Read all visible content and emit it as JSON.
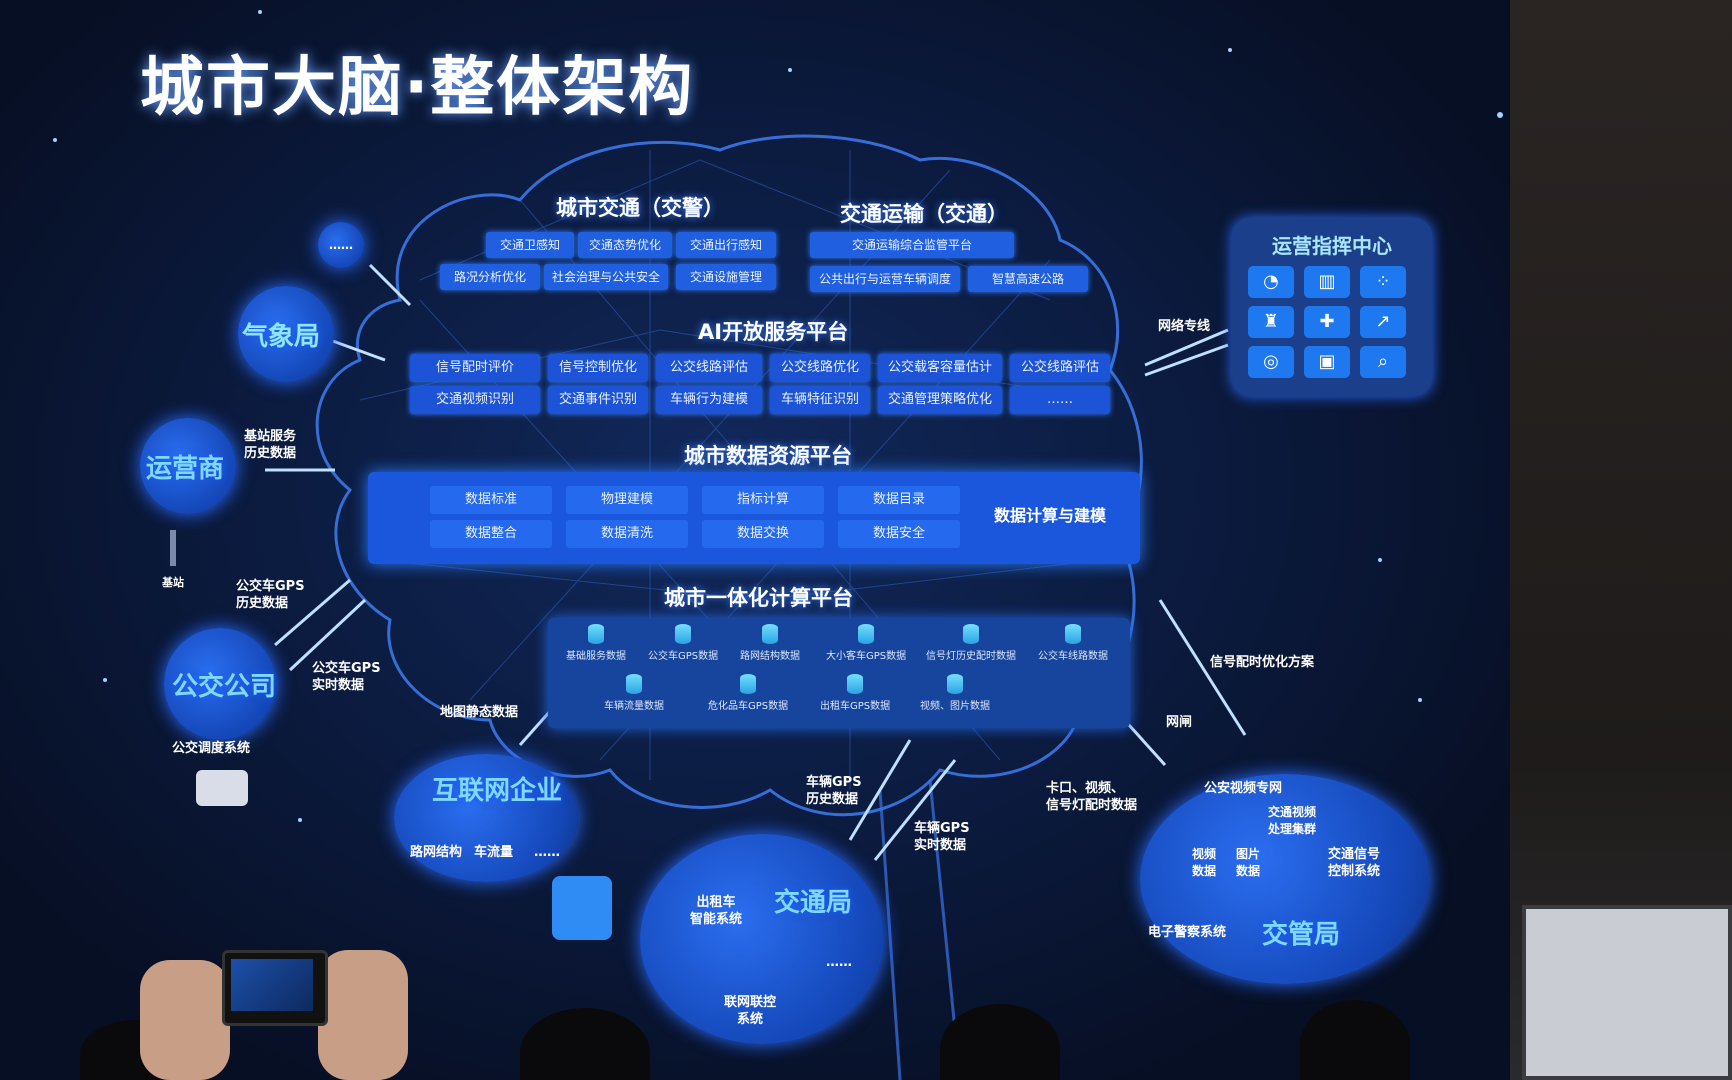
{
  "title": "城市大脑·整体架构",
  "sections": {
    "traffic_police": "城市交通（交警）",
    "transport": "交通运输（交通）",
    "ai_platform": "AI开放服务平台",
    "data_platform": "城市数据资源平台",
    "compute_platform": "城市一体化计算平台"
  },
  "traffic_police_chips": [
    "交通卫感知",
    "交通态势优化",
    "交通出行感知",
    "路况分析优化",
    "社会治理与公共安全",
    "交通设施管理"
  ],
  "transport_chips": [
    "交通运输综合监管平台",
    "公共出行与运营车辆调度",
    "智慧高速公路"
  ],
  "ai_chips": [
    "信号配时评价",
    "信号控制优化",
    "公交线路评估",
    "公交线路优化",
    "公交载客容量估计",
    "公交线路评估",
    "交通视频识别",
    "交通事件识别",
    "车辆行为建模",
    "车辆特征识别",
    "交通管理策略优化",
    "……"
  ],
  "data_cells": [
    "数据标准",
    "物理建模",
    "指标计算",
    "数据目录",
    "数据整合",
    "数据清洗",
    "数据交换",
    "数据安全"
  ],
  "data_right_label": "数据计算与建模",
  "databases_row1": [
    "基础服务数据",
    "公交车GPS数据",
    "路网结构数据",
    "大小客车GPS数据",
    "信号灯历史配时数据",
    "公交车线路数据"
  ],
  "databases_row2": [
    "车辆流量数据",
    "危化品车GPS数据",
    "出租车GPS数据",
    "视频、图片数据"
  ],
  "entities": {
    "weather": "气象局",
    "carrier": "运营商",
    "bus_company": "公交公司",
    "internet": "互联网企业",
    "transport_bureau": "交通局",
    "traffic_police_bureau": "交管局",
    "ops_center": "运营指挥中心"
  },
  "notes": {
    "carrier_data": "基站服务\n历史数据",
    "base_station": "基站",
    "bus_gps_hist": "公交车GPS\n历史数据",
    "bus_gps_rt": "公交车GPS\n实时数据",
    "bus_dispatch": "公交调度系统",
    "map_static": "地图静态数据",
    "internet_road": "路网结构",
    "internet_flow": "车流量",
    "internet_more": "……",
    "vehicle_gps_hist": "车辆GPS\n历史数据",
    "vehicle_gps_rt": "车辆GPS\n实时数据",
    "checkpoint_data": "卡口、视频、\n信号灯配时数据",
    "signal_plan": "信号配时优化方案",
    "network_line": "网络专线",
    "gateway": "网闸",
    "taxi_system": "出租车\n智能系统",
    "joint_control": "联网联控\n系统",
    "police_video_net": "公安视频专网",
    "video_cluster": "交通视频\n处理集群",
    "video_data": "视频\n数据",
    "image_data": "图片\n数据",
    "signal_control": "交通信号\n控制系统",
    "e_police": "电子警察系统",
    "weather_dots": "……",
    "transport_dots": "……"
  },
  "ops_icons": [
    "pie-chart",
    "bar-chart",
    "scatter",
    "org",
    "puzzle",
    "trend",
    "compass",
    "camera",
    "search"
  ],
  "colors": {
    "background": "#0b1a3d",
    "chip": "#1f5fe0",
    "accent": "#2f7bff",
    "cyan_label": "#7fd9ff"
  }
}
